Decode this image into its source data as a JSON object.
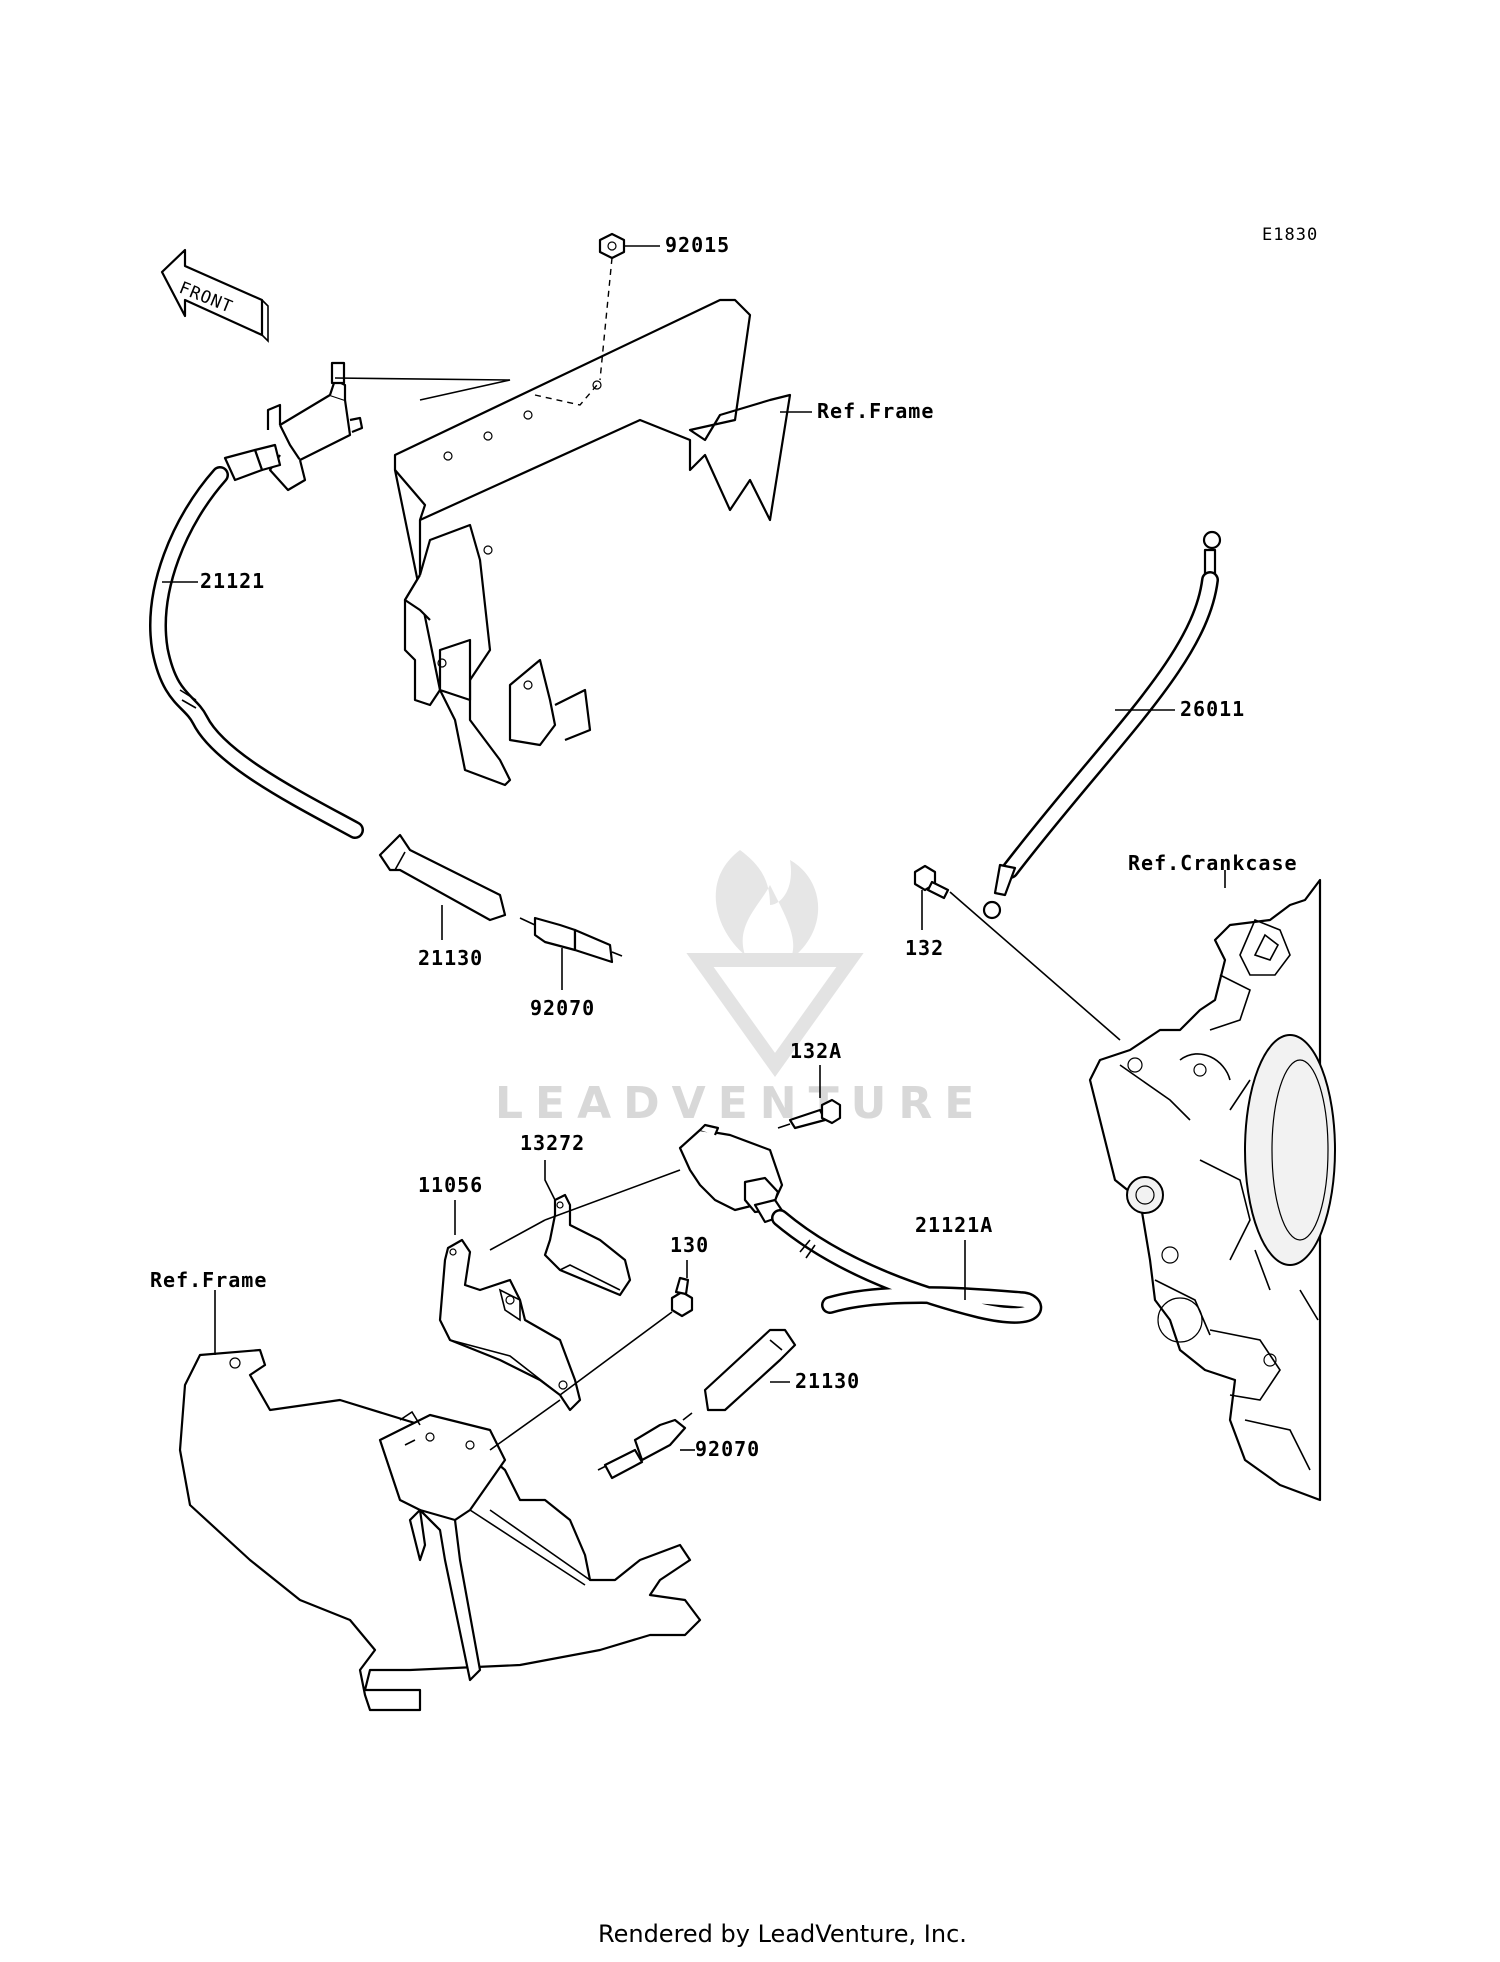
{
  "diagram": {
    "code": "E1830",
    "front_label": "FRONT",
    "parts": {
      "p92015": "92015",
      "ref_frame_top": "Ref.Frame",
      "p21121": "21121",
      "p26011": "26011",
      "ref_crankcase": "Ref.Crankcase",
      "p132": "132",
      "p21130_top": "21130",
      "p92070_top": "92070",
      "p132A": "132A",
      "p13272": "13272",
      "p11056": "11056",
      "p130": "130",
      "p21121A": "21121A",
      "ref_frame_bottom": "Ref.Frame",
      "p21130_bottom": "21130",
      "p92070_bottom": "92070"
    },
    "watermark": "LEADVENTURE",
    "footer": "Rendered by LeadVenture, Inc."
  }
}
